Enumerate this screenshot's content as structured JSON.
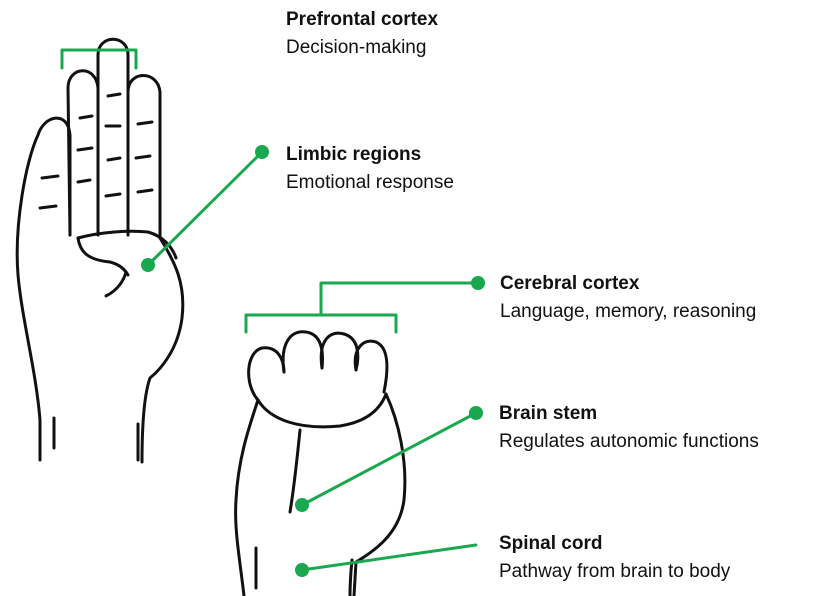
{
  "colors": {
    "accent": "#1aa84f",
    "ink": "#111111",
    "background": "#ffffff"
  },
  "icons": [
    "open-hand-icon",
    "closed-fist-icon"
  ],
  "labels": {
    "prefrontal": {
      "title": "Prefrontal cortex",
      "desc": "Decision-making"
    },
    "limbic": {
      "title": "Limbic regions",
      "desc": "Emotional response"
    },
    "cerebral": {
      "title": "Cerebral cortex",
      "desc": "Language, memory, reasoning"
    },
    "brainstem": {
      "title": "Brain stem",
      "desc": "Regulates autonomic functions"
    },
    "spinal": {
      "title": "Spinal cord",
      "desc": "Pathway from brain to body"
    }
  }
}
